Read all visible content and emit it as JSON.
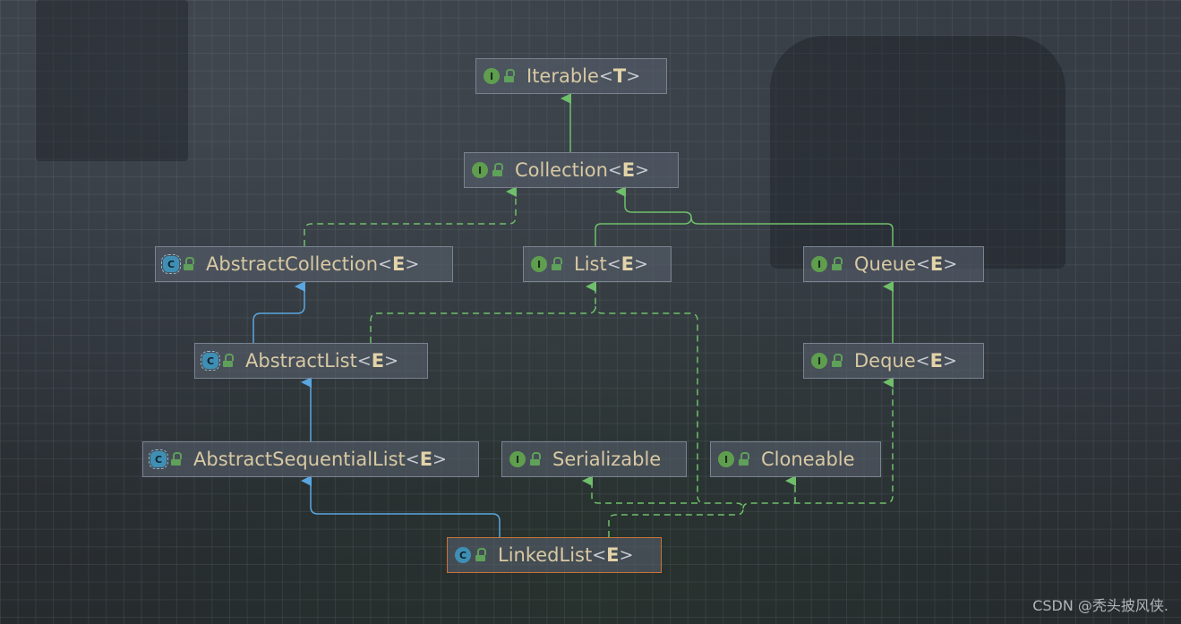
{
  "nodes": [
    {
      "id": "iterable",
      "kind": "interface",
      "kind_letter": "I",
      "name": "Iterable",
      "param": "T"
    },
    {
      "id": "collection",
      "kind": "interface",
      "kind_letter": "I",
      "name": "Collection",
      "param": "E"
    },
    {
      "id": "abstract_collection",
      "kind": "abstract",
      "kind_letter": "C",
      "name": "AbstractCollection",
      "param": "E"
    },
    {
      "id": "list",
      "kind": "interface",
      "kind_letter": "I",
      "name": "List",
      "param": "E"
    },
    {
      "id": "queue",
      "kind": "interface",
      "kind_letter": "I",
      "name": "Queue",
      "param": "E"
    },
    {
      "id": "abstract_list",
      "kind": "abstract",
      "kind_letter": "C",
      "name": "AbstractList",
      "param": "E"
    },
    {
      "id": "deque",
      "kind": "interface",
      "kind_letter": "I",
      "name": "Deque",
      "param": "E"
    },
    {
      "id": "abstract_sequential_list",
      "kind": "abstract",
      "kind_letter": "C",
      "name": "AbstractSequentialList",
      "param": "E"
    },
    {
      "id": "serializable",
      "kind": "interface",
      "kind_letter": "I",
      "name": "Serializable",
      "param": ""
    },
    {
      "id": "cloneable",
      "kind": "interface",
      "kind_letter": "I",
      "name": "Cloneable",
      "param": ""
    },
    {
      "id": "linked_list",
      "kind": "class",
      "kind_letter": "C",
      "name": "LinkedList",
      "param": "E",
      "selected": true
    }
  ],
  "edges": [
    {
      "from": "collection",
      "to": "iterable",
      "type": "extends"
    },
    {
      "from": "list",
      "to": "collection",
      "type": "extends"
    },
    {
      "from": "queue",
      "to": "collection",
      "type": "extends"
    },
    {
      "from": "abstract_collection",
      "to": "collection",
      "type": "implements"
    },
    {
      "from": "abstract_list",
      "to": "abstract_collection",
      "type": "class-extends"
    },
    {
      "from": "abstract_list",
      "to": "list",
      "type": "implements"
    },
    {
      "from": "deque",
      "to": "queue",
      "type": "extends"
    },
    {
      "from": "abstract_sequential_list",
      "to": "abstract_list",
      "type": "class-extends"
    },
    {
      "from": "linked_list",
      "to": "abstract_sequential_list",
      "type": "class-extends"
    },
    {
      "from": "linked_list",
      "to": "list",
      "type": "implements"
    },
    {
      "from": "linked_list",
      "to": "deque",
      "type": "implements"
    },
    {
      "from": "linked_list",
      "to": "serializable",
      "type": "implements"
    },
    {
      "from": "linked_list",
      "to": "cloneable",
      "type": "implements"
    }
  ],
  "colors": {
    "interface_edge": "#6fbf6a",
    "class_edge": "#5aa6e0",
    "selected_border": "#c8733a",
    "node_text": "#d8c9a3"
  },
  "watermark": "CSDN @秃头披风侠."
}
